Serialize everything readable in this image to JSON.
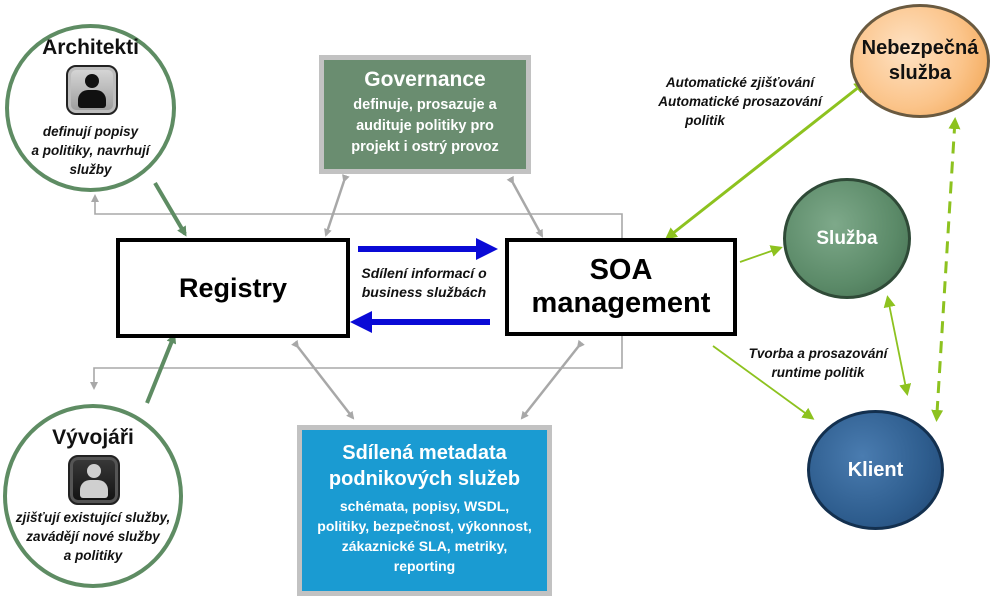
{
  "roles": {
    "architekti": {
      "title": "Architekti",
      "desc": [
        "definují popisy",
        "a politiky, navrhují",
        "služby"
      ],
      "icon": "person-icon"
    },
    "vyvojari": {
      "title": "Vývojáři",
      "desc": [
        "zjišťují existující služby,",
        "zavádějí nové služby",
        "a politiky"
      ],
      "icon": "person-icon"
    }
  },
  "governance": {
    "title": "Governance",
    "desc": [
      "definuje, prosazuje a",
      "audituje politiky pro",
      "projekt i ostrý provoz"
    ]
  },
  "registry": {
    "title": "Registry"
  },
  "soa": {
    "title": [
      "SOA",
      "management"
    ]
  },
  "metadata": {
    "title": [
      "Sdílená metadata",
      "podnikových služeb"
    ],
    "desc": [
      "schémata, popisy, WSDL,",
      "politiky, bezpečnost, výkonnost,",
      "zákaznické SLA, metriky,",
      "reporting"
    ]
  },
  "services": {
    "nebezpecna": {
      "title": [
        "Nebezpečná",
        "služba"
      ]
    },
    "sluzba": {
      "title": "Služba"
    },
    "klient": {
      "title": "Klient"
    }
  },
  "labels": {
    "sharing": [
      "Sdílení informací o",
      "business službách"
    ],
    "auto": [
      "Automatické zjišťování",
      "Automatické prosazování",
      "politik"
    ],
    "runtime": [
      "Tvorba a prosazování",
      "runtime politik"
    ]
  },
  "colors": {
    "role_border": "#5e8c63",
    "governance": "#6a8d70",
    "metadata": "#1a9bd2",
    "blue_arrow": "#0a0ad6",
    "green_arrow": "#8dc21f",
    "nebezpecna_fill": "#fbc48a",
    "sluzba_fill": "#5b8a68",
    "klient_fill": "#2e5d8e"
  }
}
